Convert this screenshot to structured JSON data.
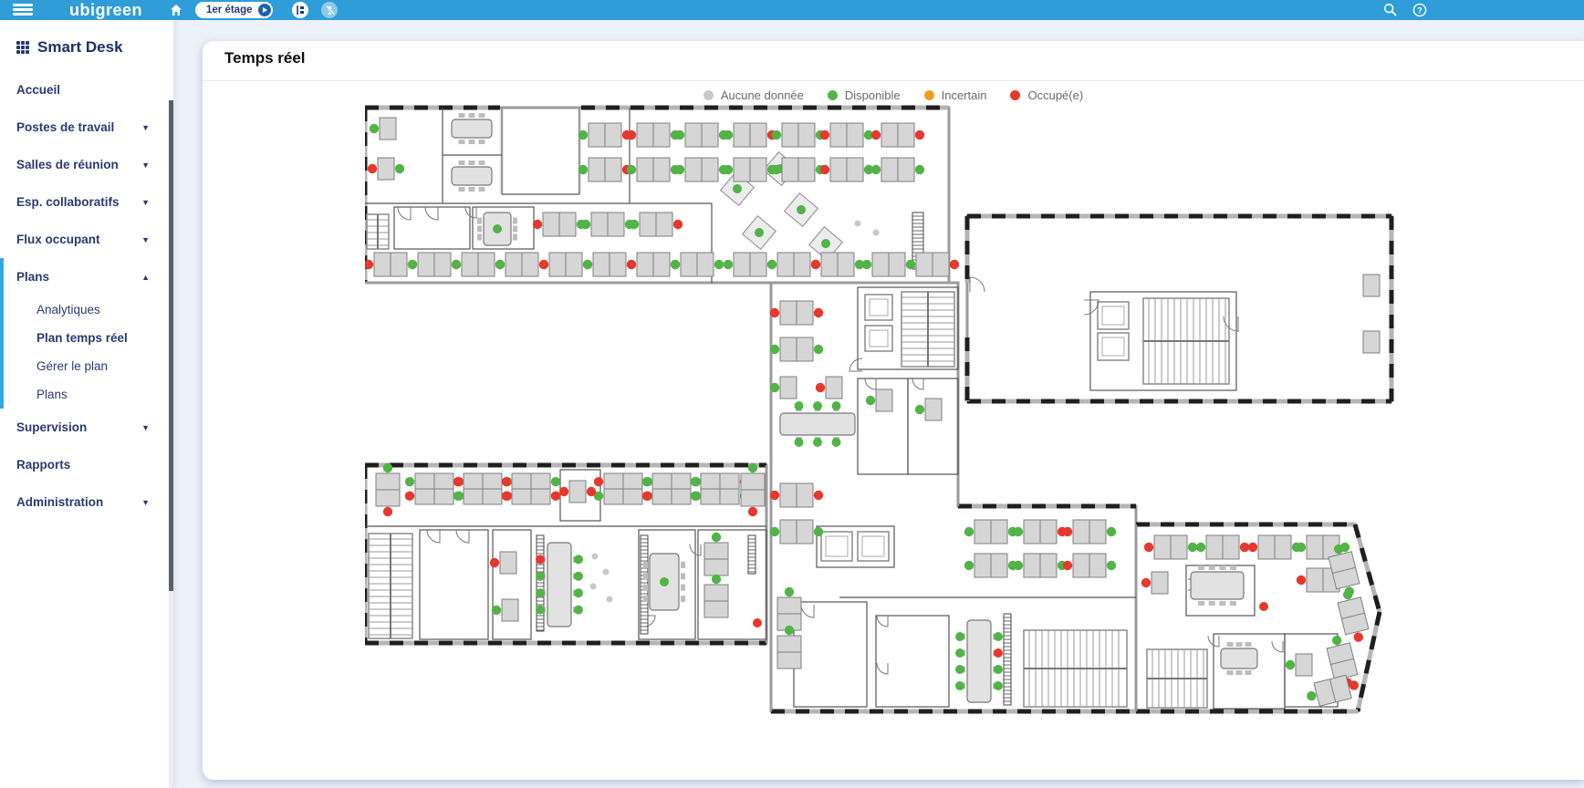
{
  "topbar": {
    "logo_text": "ubigreen",
    "floor_pill": "1er étage"
  },
  "sidebar": {
    "app_title": "Smart Desk",
    "items": [
      {
        "id": "accueil",
        "label": "Accueil"
      },
      {
        "id": "postes-de-travail",
        "label": "Postes de travail",
        "caret": "down"
      },
      {
        "id": "salles-de-reunion",
        "label": "Salles de réunion",
        "caret": "down"
      },
      {
        "id": "esp-collaboratifs",
        "label": "Esp. collaboratifs",
        "caret": "down"
      },
      {
        "id": "flux-occupant",
        "label": "Flux occupant",
        "caret": "down"
      },
      {
        "id": "plans",
        "label": "Plans",
        "caret": "up",
        "active": true,
        "children": [
          {
            "id": "analytiques",
            "label": "Analytiques"
          },
          {
            "id": "plan-temps-reel",
            "label": "Plan temps réel",
            "current": true
          },
          {
            "id": "gerer-le-plan",
            "label": "Gérer le plan"
          },
          {
            "id": "plans-liste",
            "label": "Plans"
          }
        ]
      },
      {
        "id": "supervision",
        "label": "Supervision",
        "caret": "down"
      },
      {
        "id": "rapports",
        "label": "Rapports"
      },
      {
        "id": "administration",
        "label": "Administration",
        "caret": "down"
      }
    ]
  },
  "main": {
    "title": "Temps réel",
    "legend": [
      {
        "id": "none",
        "label": "Aucune donnée",
        "color": "#c9c9c9"
      },
      {
        "id": "available",
        "label": "Disponible",
        "color": "#52b447"
      },
      {
        "id": "uncertain",
        "label": "Incertain",
        "color": "#f59b20"
      },
      {
        "id": "occupied",
        "label": "Occupé(e)",
        "color": "#e6392e"
      }
    ]
  },
  "floorplan": {
    "status_colors": {
      "a": "#52b447",
      "o": "#e6392e",
      "u": "#f59b20",
      "n": "#c9c9c9"
    },
    "colors": {
      "wall": "#9b9b9b",
      "thin": "#555555",
      "desk": "#d6d6d6",
      "desk_stroke": "#7f7f7f",
      "win_base": "#b5b5b5",
      "win_dash": "#1f1f1f",
      "table": "#e2e2e2",
      "seat": "#bdbdbd"
    },
    "masses": [
      [
        [
          0,
          3
        ],
        [
          640,
          3
        ],
        [
          640,
          195
        ],
        [
          0,
          195
        ]
      ],
      [
        [
          660,
          122
        ],
        [
          1125,
          122
        ],
        [
          1125,
          325
        ],
        [
          660,
          325
        ]
      ],
      [
        [
          445,
          195
        ],
        [
          650,
          195
        ],
        [
          650,
          440
        ],
        [
          845,
          440
        ],
        [
          845,
          665
        ],
        [
          445,
          665
        ]
      ],
      [
        [
          845,
          460
        ],
        [
          1085,
          460
        ],
        [
          1112,
          556
        ],
        [
          1088,
          665
        ],
        [
          845,
          665
        ]
      ],
      [
        [
          0,
          395
        ],
        [
          440,
          395
        ],
        [
          440,
          590
        ],
        [
          0,
          590
        ]
      ]
    ],
    "win_walls": [
      [
        0,
        3,
        148,
        3
      ],
      [
        237,
        3,
        640,
        3
      ],
      [
        0,
        3,
        0,
        195
      ],
      [
        660,
        122,
        1125,
        122
      ],
      [
        1125,
        122,
        1125,
        325
      ],
      [
        660,
        325,
        1125,
        325
      ],
      [
        660,
        122,
        660,
        195
      ],
      [
        660,
        255,
        660,
        325
      ],
      [
        0,
        395,
        440,
        395
      ],
      [
        0,
        395,
        0,
        590
      ],
      [
        0,
        590,
        440,
        590
      ],
      [
        445,
        665,
        845,
        665
      ],
      [
        650,
        440,
        845,
        440
      ],
      [
        845,
        460,
        1085,
        460
      ],
      [
        1085,
        460,
        1112,
        556
      ],
      [
        1112,
        556,
        1088,
        665
      ],
      [
        845,
        665,
        1088,
        665
      ]
    ],
    "walls": [
      [
        0,
        195,
        445,
        195
      ],
      [
        640,
        3,
        640,
        195
      ],
      [
        150,
        3,
        150,
        98
      ],
      [
        235,
        3,
        235,
        98
      ],
      [
        445,
        195,
        445,
        665
      ],
      [
        650,
        195,
        650,
        440
      ],
      [
        845,
        460,
        845,
        665
      ],
      [
        440,
        395,
        440,
        590
      ]
    ],
    "thin": [
      [
        0,
        108,
        380,
        108
      ],
      [
        380,
        108,
        380,
        195
      ],
      [
        85,
        3,
        85,
        108
      ],
      [
        85,
        55,
        150,
        55
      ],
      [
        290,
        3,
        290,
        108
      ],
      [
        150,
        98,
        235,
        98
      ],
      [
        0,
        462,
        440,
        462
      ],
      [
        520,
        540,
        845,
        540
      ]
    ],
    "rooms": [
      [
        32,
        112,
        83,
        46
      ],
      [
        118,
        112,
        67,
        46
      ],
      [
        540,
        200,
        110,
        90
      ],
      [
        540,
        300,
        55,
        105
      ],
      [
        595,
        300,
        55,
        105
      ],
      [
        795,
        205,
        160,
        108
      ],
      [
        495,
        462,
        85,
        45
      ],
      [
        560,
        560,
        80,
        100
      ],
      [
        470,
        545,
        80,
        115
      ],
      [
        900,
        505,
        75,
        55
      ],
      [
        930,
        580,
        78,
        82
      ],
      [
        1008,
        580,
        58,
        80
      ],
      [
        60,
        466,
        75,
        120
      ],
      [
        140,
        466,
        42,
        120
      ],
      [
        300,
        466,
        62,
        120
      ],
      [
        365,
        466,
        75,
        120
      ],
      [
        214,
        400,
        44,
        56
      ]
    ],
    "stairs": [
      [
        2,
        120,
        24,
        38
      ],
      [
        588,
        205,
        58,
        82
      ],
      [
        853,
        212,
        94,
        94
      ],
      [
        4,
        470,
        48,
        115
      ],
      [
        722,
        576,
        113,
        84
      ],
      [
        857,
        597,
        66,
        64
      ]
    ],
    "elevators": [
      [
        548,
        208,
        30,
        28
      ],
      [
        548,
        242,
        30,
        28
      ],
      [
        803,
        216,
        34,
        30
      ],
      [
        803,
        250,
        34,
        30
      ],
      [
        500,
        468,
        34,
        32
      ],
      [
        540,
        468,
        34,
        32
      ]
    ],
    "racks": [
      [
        600,
        118,
        12,
        62
      ],
      [
        188,
        472,
        8,
        105
      ],
      [
        302,
        472,
        8,
        108
      ],
      [
        420,
        472,
        8,
        42
      ],
      [
        700,
        558,
        8,
        100
      ]
    ],
    "arcs": [
      [
        50,
        112,
        14,
        90
      ],
      [
        80,
        112,
        14,
        90
      ],
      [
        122,
        112,
        12,
        90
      ],
      [
        545,
        292,
        14,
        180
      ],
      [
        560,
        300,
        12,
        90
      ],
      [
        612,
        300,
        12,
        90
      ],
      [
        788,
        214,
        16,
        0
      ],
      [
        957,
        232,
        16,
        90
      ],
      [
        663,
        205,
        16,
        270
      ],
      [
        573,
        560,
        12,
        90
      ],
      [
        573,
        612,
        12,
        90
      ],
      [
        492,
        548,
        14,
        90
      ],
      [
        902,
        520,
        12,
        0
      ],
      [
        936,
        582,
        12,
        90
      ],
      [
        1006,
        588,
        12,
        90
      ],
      [
        82,
        466,
        14,
        90
      ],
      [
        114,
        466,
        14,
        90
      ],
      [
        306,
        560,
        12,
        0
      ],
      [
        368,
        482,
        12,
        90
      ]
    ],
    "pods": [
      [
        408,
        92
      ],
      [
        455,
        70
      ],
      [
        432,
        140
      ],
      [
        478,
        115
      ],
      [
        505,
        152
      ]
    ],
    "tables": [
      [
        95,
        16,
        44,
        20,
        6,
        "h",
        ""
      ],
      [
        95,
        68,
        44,
        20,
        6,
        "h",
        ""
      ],
      [
        130,
        118,
        30,
        36,
        6,
        "v",
        "a"
      ],
      [
        455,
        338,
        82,
        24,
        6,
        "h",
        "aaaaaa"
      ],
      [
        660,
        565,
        26,
        90,
        8,
        "v",
        "aaaoaaaa"
      ],
      [
        200,
        480,
        26,
        92,
        8,
        "v",
        "oaaaaaaa"
      ],
      [
        312,
        492,
        32,
        62,
        8,
        "v",
        "a"
      ],
      [
        905,
        512,
        58,
        30,
        8,
        "h",
        ""
      ],
      [
        938,
        596,
        40,
        22,
        6,
        "h",
        ""
      ]
    ],
    "clusters": [
      [
        245,
        20,
        "h2",
        0,
        "ao"
      ],
      [
        298,
        20,
        "h2",
        0,
        "oa"
      ],
      [
        351,
        20,
        "h2",
        0,
        "aa"
      ],
      [
        404,
        20,
        "h2",
        0,
        "ao"
      ],
      [
        457,
        20,
        "h2",
        0,
        "aa"
      ],
      [
        510,
        20,
        "h2",
        0,
        "oa"
      ],
      [
        566,
        20,
        "h2",
        0,
        "oo"
      ],
      [
        245,
        58,
        "h2",
        0,
        "ao"
      ],
      [
        298,
        58,
        "h2",
        0,
        "aa"
      ],
      [
        351,
        58,
        "h2",
        0,
        "aa"
      ],
      [
        404,
        58,
        "h2",
        0,
        "aa"
      ],
      [
        457,
        58,
        "h2",
        0,
        "aa"
      ],
      [
        510,
        58,
        "h2",
        0,
        "oa"
      ],
      [
        566,
        58,
        "h2",
        0,
        "aa"
      ],
      [
        16,
        14,
        "s1",
        0,
        "a"
      ],
      [
        14,
        58,
        "s1",
        0,
        "oa"
      ],
      [
        195,
        118,
        "h2",
        0,
        "oa"
      ],
      [
        248,
        118,
        "h2",
        0,
        "aa"
      ],
      [
        301,
        118,
        "h2",
        0,
        "ao"
      ],
      [
        10,
        162,
        "h2",
        0,
        "oa"
      ],
      [
        58,
        162,
        "h2",
        0,
        "ao"
      ],
      [
        106,
        162,
        "h2",
        0,
        "ao"
      ],
      [
        154,
        162,
        "h2",
        0,
        "aa"
      ],
      [
        202,
        162,
        "h2",
        0,
        "oo"
      ],
      [
        250,
        162,
        "h2",
        0,
        "aa"
      ],
      [
        298,
        162,
        "h2",
        0,
        "oa"
      ],
      [
        346,
        162,
        "h2",
        0,
        "aa"
      ],
      [
        404,
        162,
        "h2",
        0,
        "ao"
      ],
      [
        452,
        162,
        "h2",
        0,
        "aa"
      ],
      [
        500,
        162,
        "h2",
        0,
        "oa"
      ],
      [
        556,
        162,
        "h2",
        0,
        "aa"
      ],
      [
        604,
        162,
        "h2",
        0,
        "ao"
      ],
      [
        455,
        215,
        "h2",
        0,
        "oo"
      ],
      [
        455,
        255,
        "h2",
        0,
        "aa"
      ],
      [
        455,
        298,
        "s1",
        0,
        "a"
      ],
      [
        505,
        298,
        "s1",
        0,
        "o"
      ],
      [
        455,
        415,
        "h2",
        0,
        "oo"
      ],
      [
        560,
        312,
        "s1",
        0,
        "a"
      ],
      [
        614,
        322,
        "s1",
        0,
        "a"
      ],
      [
        668,
        455,
        "h2",
        0,
        "aa"
      ],
      [
        722,
        455,
        "h2",
        0,
        "ao"
      ],
      [
        776,
        455,
        "h2",
        0,
        "oa"
      ],
      [
        668,
        492,
        "h2",
        0,
        "aa"
      ],
      [
        722,
        492,
        "h2",
        0,
        "aa"
      ],
      [
        776,
        492,
        "h2",
        0,
        "oa"
      ],
      [
        452,
        540,
        "v2",
        0,
        "a"
      ],
      [
        452,
        582,
        "v2",
        0,
        "a"
      ],
      [
        455,
        455,
        "h2",
        0,
        "aa"
      ],
      [
        865,
        472,
        "h2",
        0,
        "oa"
      ],
      [
        922,
        472,
        "h2",
        0,
        "ao"
      ],
      [
        979,
        472,
        "h2",
        0,
        "oa"
      ],
      [
        1032,
        472,
        "h2",
        0,
        "aa"
      ],
      [
        1032,
        508,
        "h2",
        0,
        "oa"
      ],
      [
        862,
        512,
        "s1",
        0,
        "o"
      ],
      [
        1056,
        496,
        "v2",
        -14,
        "aa"
      ],
      [
        1066,
        546,
        "v2",
        -14,
        "ao"
      ],
      [
        1054,
        596,
        "v2",
        -14,
        "ao"
      ],
      [
        1040,
        634,
        "h2",
        -14,
        "ao"
      ],
      [
        1020,
        602,
        "s1",
        0,
        "a"
      ],
      [
        12,
        404,
        "v2",
        0,
        "ao"
      ],
      [
        55,
        404,
        "q4",
        0,
        "aooa"
      ],
      [
        108,
        404,
        "q4",
        0,
        "oaao"
      ],
      [
        161,
        404,
        "q4",
        0,
        "ooao"
      ],
      [
        262,
        404,
        "q4",
        0,
        "oaaa"
      ],
      [
        315,
        404,
        "q4",
        0,
        "aoaa"
      ],
      [
        368,
        404,
        "q4",
        0,
        "aaoa"
      ],
      [
        412,
        404,
        "v2",
        0,
        "ao"
      ],
      [
        224,
        412,
        "s1",
        0,
        "oo"
      ],
      [
        148,
        490,
        "s1",
        0,
        "o"
      ],
      [
        150,
        542,
        "s1",
        0,
        "a"
      ],
      [
        372,
        480,
        "v2",
        0,
        "a"
      ],
      [
        372,
        526,
        "v2",
        0,
        "a"
      ],
      [
        1094,
        186,
        "s1",
        0,
        ""
      ],
      [
        1094,
        248,
        "s1",
        0,
        ""
      ]
    ],
    "dots": [
      [
        430,
        568,
        "o"
      ],
      [
        985,
        550,
        "o"
      ],
      [
        252,
        495,
        "n"
      ],
      [
        264,
        512,
        "n"
      ],
      [
        250,
        528,
        "n"
      ],
      [
        268,
        542,
        "n"
      ],
      [
        540,
        130,
        "n"
      ],
      [
        560,
        140,
        "n"
      ]
    ]
  }
}
